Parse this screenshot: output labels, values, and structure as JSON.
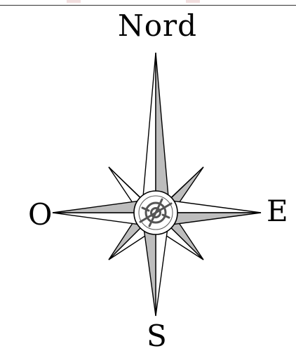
{
  "compass": {
    "north_label": "Nord",
    "west_label": "O",
    "east_label": "E",
    "south_label": "S"
  },
  "colors": {
    "line": "#000000",
    "shade": "#bdbdbd",
    "fill": "#ffffff",
    "emblem": "#555555",
    "top_rule": "#333333"
  }
}
